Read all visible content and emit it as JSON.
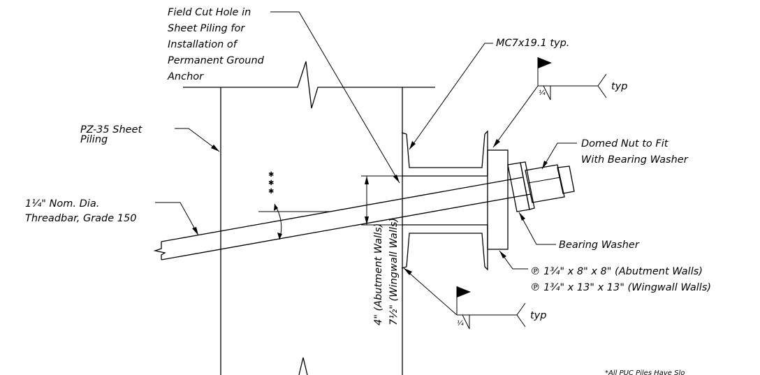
{
  "labels": {
    "field_cut_hole": [
      "Field Cut Hole in",
      "Sheet Piling for",
      "Installation of",
      "Permanent Ground",
      "Anchor"
    ],
    "channel": "MC7x19.1 typ.",
    "sheet_piling": [
      "PZ-35 Sheet",
      "Piling"
    ],
    "threadbar": [
      "1¼\" Nom. Dia.",
      "Threadbar, Grade 150"
    ],
    "domed_nut": [
      "Domed Nut to Fit",
      "With Bearing Washer"
    ],
    "bearing_washer": "Bearing Washer",
    "plate_abutment": "℗ 1¾\" x 8\" x 8\" (Abutment Walls)",
    "plate_wingwall": "℗ 1¾\" x 13\" x 13\" (Wingwall Walls)",
    "weld_typ_top": "typ",
    "weld_typ_bottom": "typ",
    "weld_size_top": "¼",
    "weld_size_bottom": "¼",
    "dim_abutment": "4\" (Abutment Walls)",
    "dim_wingwall": "7½\" (Wingwall Walls)",
    "angle_note": "***",
    "footnote": "*All PUC Piles Have Slo"
  },
  "colors": {
    "ink": "#000000",
    "background": "#ffffff"
  }
}
